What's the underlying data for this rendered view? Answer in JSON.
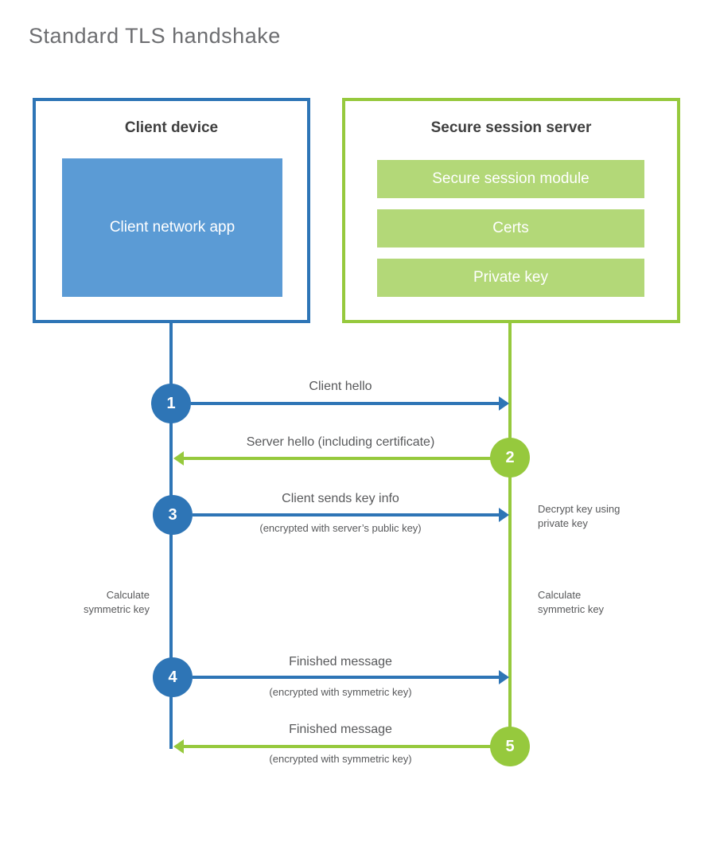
{
  "title": "Standard TLS handshake",
  "colors": {
    "blue": "#2E75B6",
    "blue_light": "#5B9BD5",
    "green": "#96C93D",
    "green_light": "#B3D878"
  },
  "client_box": {
    "heading": "Client device",
    "app_label": "Client network app"
  },
  "server_box": {
    "heading": "Secure session server",
    "modules": [
      "Secure session module",
      "Certs",
      "Private key"
    ]
  },
  "steps": [
    {
      "number": "1",
      "actor": "client",
      "direction": "right",
      "label": "Client hello",
      "sublabel": ""
    },
    {
      "number": "2",
      "actor": "server",
      "direction": "left",
      "label": "Server hello (including certificate)",
      "sublabel": ""
    },
    {
      "number": "3",
      "actor": "client",
      "direction": "right",
      "label": "Client sends key info",
      "sublabel": "(encrypted with server’s public key)"
    },
    {
      "number": "4",
      "actor": "client",
      "direction": "right",
      "label": "Finished message",
      "sublabel": "(encrypted with symmetric key)"
    },
    {
      "number": "5",
      "actor": "server",
      "direction": "left",
      "label": "Finished message",
      "sublabel": "(encrypted with symmetric key)"
    }
  ],
  "annotations": {
    "left_calculate": "Calculate symmetric key",
    "right_decrypt": "Decrypt key using private key",
    "right_calculate": "Calculate symmetric key"
  }
}
